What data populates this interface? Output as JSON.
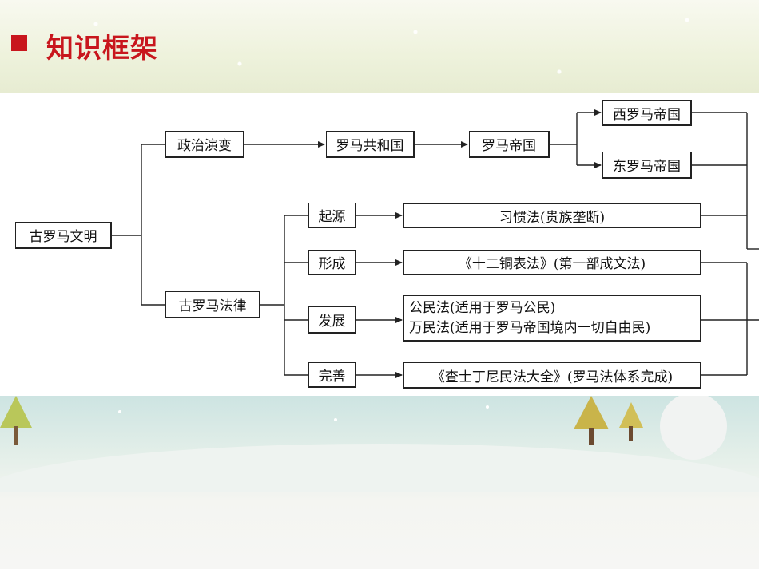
{
  "header": {
    "title": "知识框架"
  },
  "diagram": {
    "root": "古罗马文明",
    "politics": {
      "label": "政治演变",
      "stages": [
        "罗马共和国",
        "罗马帝国"
      ],
      "splits": [
        "西罗马帝国",
        "东罗马帝国"
      ]
    },
    "law": {
      "label": "古罗马法律",
      "phases": [
        {
          "stage": "起源",
          "detail": [
            "习惯法(贵族垄断)"
          ]
        },
        {
          "stage": "形成",
          "detail": [
            "《十二铜表法》(第一部成文法)"
          ]
        },
        {
          "stage": "发展",
          "detail": [
            "公民法(适用于罗马公民)",
            "万民法(适用于罗马帝国境内一切自由民)"
          ]
        },
        {
          "stage": "完善",
          "detail": [
            "《查士丁尼民法大全》(罗马法体系完成)"
          ]
        }
      ]
    }
  },
  "colors": {
    "title": "#c8161d",
    "line": "#222222"
  }
}
